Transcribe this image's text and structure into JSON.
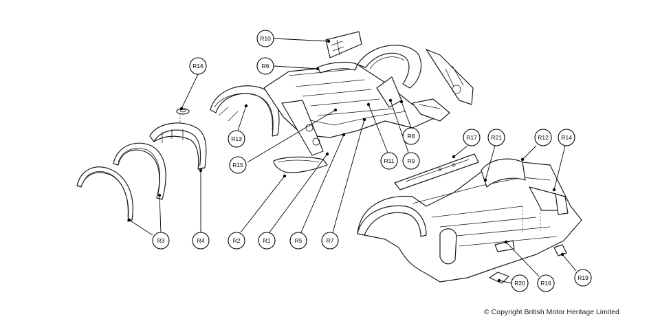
{
  "callouts": {
    "r1": "R1",
    "r2": "R2",
    "r3": "R3",
    "r4": "R4",
    "r5": "R5",
    "r6": "R6",
    "r7": "R7",
    "r8": "R8",
    "r9": "R9",
    "r10": "R10",
    "r11": "R11",
    "r12": "R12",
    "r13": "R13",
    "r14": "R14",
    "r15": "R15",
    "r16_grommet": "R16",
    "r16_floor": "R16",
    "r17": "R17",
    "r19": "R19",
    "r20": "R20",
    "r21": "R21"
  },
  "copyright": "© Copyright British Motor Heritage Limited"
}
